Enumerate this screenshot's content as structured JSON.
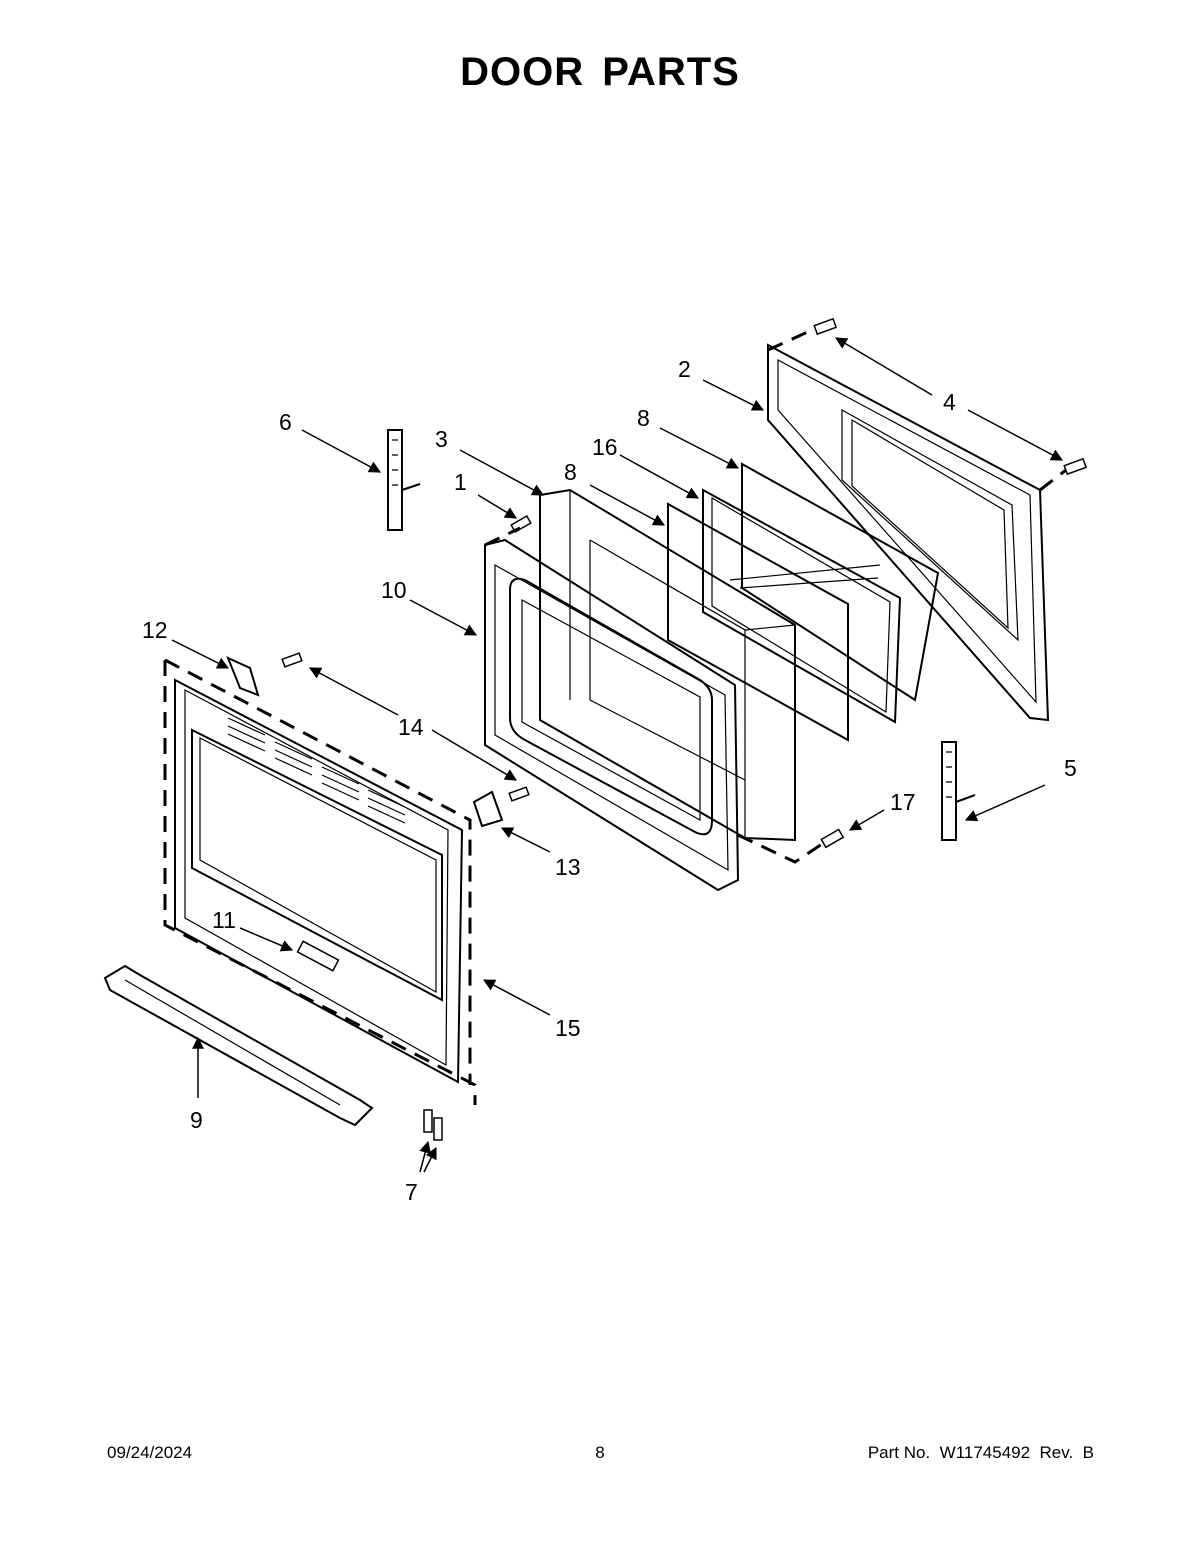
{
  "header": {
    "title": "DOOR PARTS"
  },
  "callouts": [
    "1",
    "2",
    "3",
    "4",
    "5",
    "6",
    "7",
    "8",
    "8",
    "9",
    "10",
    "11",
    "12",
    "13",
    "14",
    "15",
    "16",
    "17"
  ],
  "footer": {
    "date": "09/24/2024",
    "page": "8",
    "part_no": "Part No.  W11745492  Rev.  B"
  }
}
